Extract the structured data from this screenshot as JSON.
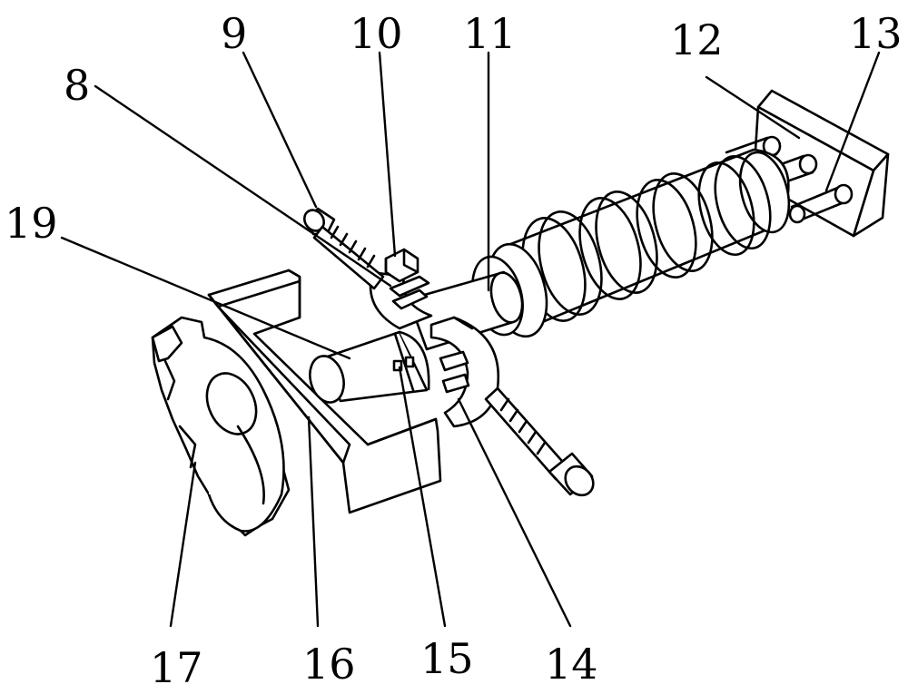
{
  "diagram": {
    "labels": [
      {
        "id": "8",
        "text": "8"
      },
      {
        "id": "9",
        "text": "9"
      },
      {
        "id": "10",
        "text": "10"
      },
      {
        "id": "11",
        "text": "11"
      },
      {
        "id": "12",
        "text": "12"
      },
      {
        "id": "13",
        "text": "13"
      },
      {
        "id": "14",
        "text": "14"
      },
      {
        "id": "15",
        "text": "15"
      },
      {
        "id": "16",
        "text": "16"
      },
      {
        "id": "17",
        "text": "17"
      },
      {
        "id": "19",
        "text": "19"
      }
    ],
    "colors": {
      "line": "#000000",
      "background": "#ffffff"
    }
  }
}
